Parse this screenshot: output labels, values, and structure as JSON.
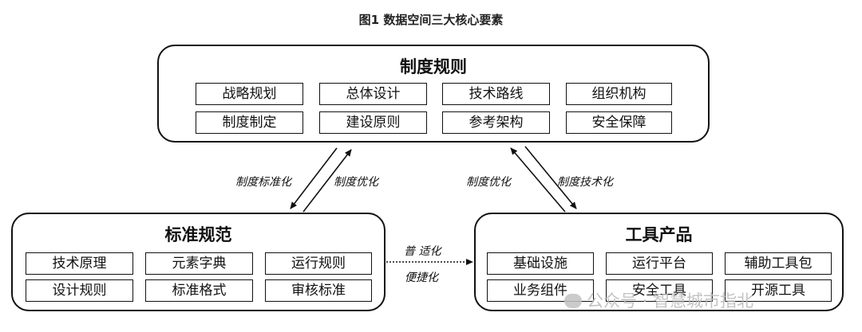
{
  "figure_title": "图1 数据空间三大核心要素",
  "groups": {
    "rules": {
      "title": "制度规则",
      "items": [
        "战略规划",
        "总体设计",
        "技术路线",
        "组织机构",
        "制度制定",
        "建设原则",
        "参考架构",
        "安全保障"
      ]
    },
    "standards": {
      "title": "标准规范",
      "items": [
        "技术原理",
        "元素字典",
        "运行规则",
        "设计规则",
        "标准格式",
        "审核标准"
      ]
    },
    "tools": {
      "title": "工具产品",
      "items": [
        "基础设施",
        "运行平台",
        "辅助工具包",
        "业务组件",
        "安全工具",
        "开源工具"
      ]
    }
  },
  "relations": {
    "rules_to_standards": "制度标准化",
    "standards_to_rules": "制度优化",
    "tools_to_rules": "制度优化",
    "rules_to_tools": "制度技术化",
    "standards_to_tools_top": "普 适化",
    "standards_to_tools_bottom": "便捷化"
  },
  "watermark": "公众号 · 智慧城市指北"
}
